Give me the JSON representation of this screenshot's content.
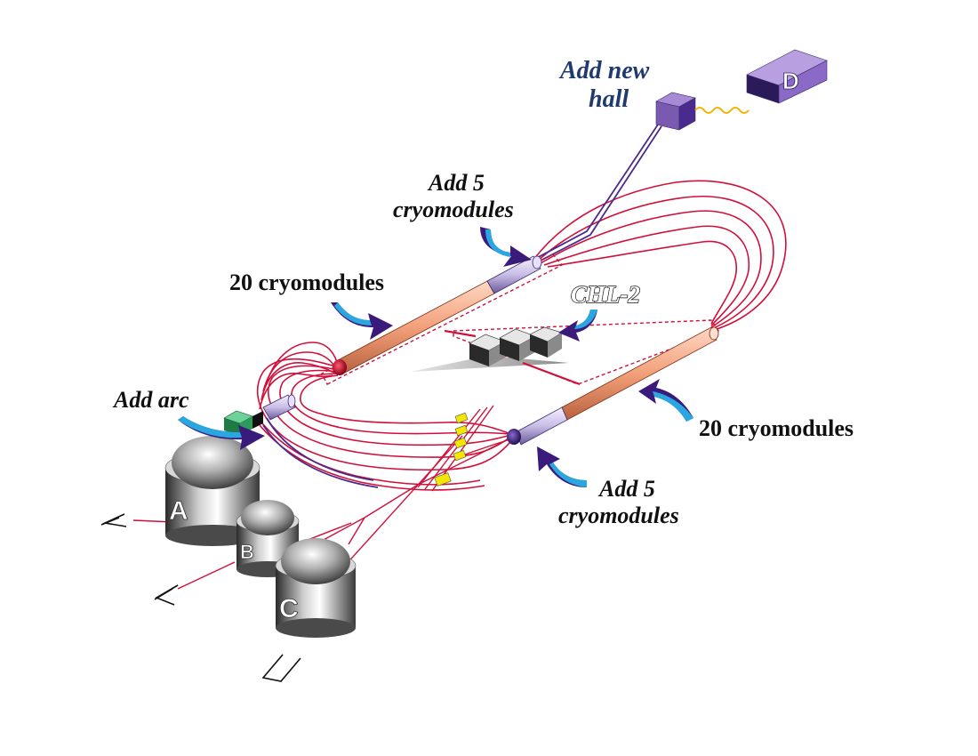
{
  "colors": {
    "beamline": "#d0103a",
    "extension": "#4a2a8c",
    "arrow_dark": "#3a1a7a",
    "arrow_light": "#2aa6e0",
    "label_new_hall": "#1f3a6e",
    "hall_d": "#7a5ab0",
    "cryo_orange": "#f2a07a",
    "cryo_new": "#c9bde6",
    "marker": "#f3e600",
    "arc_box": "#2d9a5a"
  },
  "labels": {
    "add_new_hall": [
      "Add new",
      "hall"
    ],
    "add5_top": [
      "Add 5",
      "cryomodules"
    ],
    "cryo20_left": "20 cryomodules",
    "chl2": "CHL-2",
    "add_arc": "Add arc",
    "cryo20_right": "20 cryomodules",
    "add5_bottom": [
      "Add 5",
      "cryomodules"
    ]
  },
  "halls": {
    "a": "A",
    "b": "B",
    "c": "C",
    "d": "D"
  },
  "icons": {
    "arrow": "curved-arrow-icon",
    "hall": "cylinder-hall-icon",
    "plant": "cube-building-icon"
  }
}
